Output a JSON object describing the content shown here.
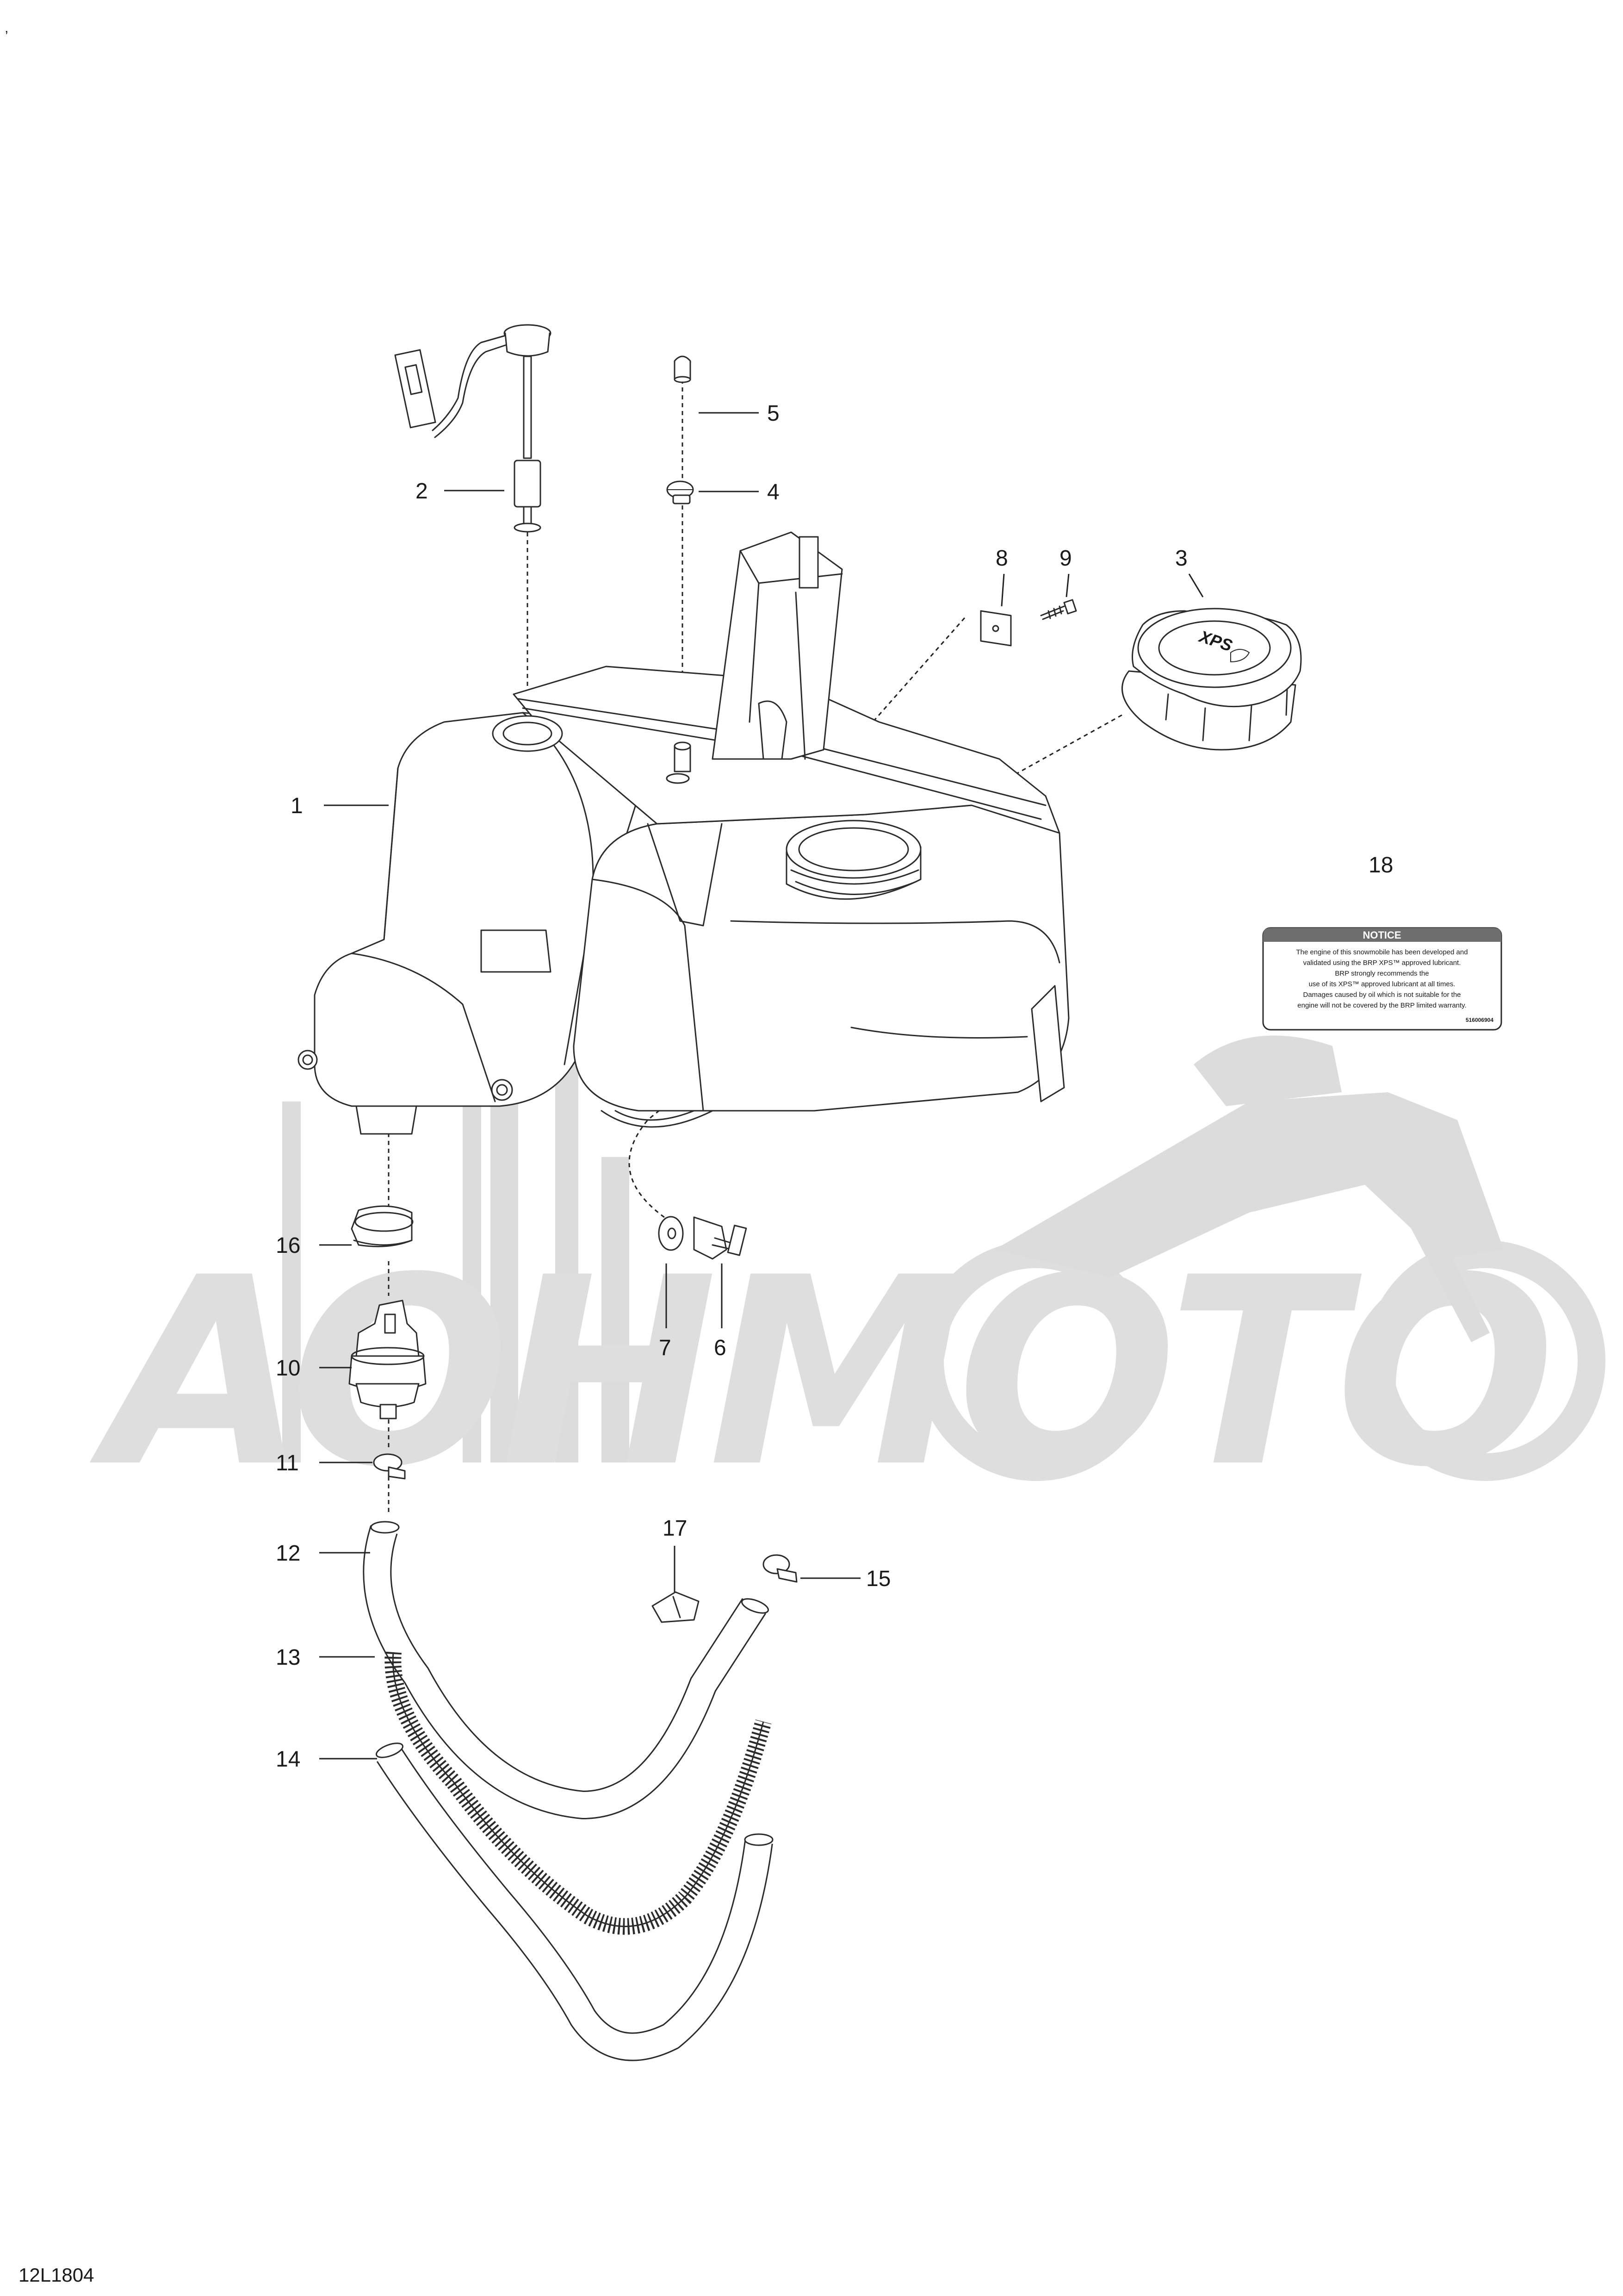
{
  "drawing_code": "12L1804",
  "corner_mark": ",",
  "watermark": {
    "text": "AOHMOTO",
    "icon": "motorcycle-silhouette"
  },
  "callouts": [
    "1",
    "2",
    "3",
    "4",
    "5",
    "6",
    "7",
    "8",
    "9",
    "10",
    "11",
    "12",
    "13",
    "14",
    "15",
    "16",
    "17",
    "18"
  ],
  "notice_label": {
    "heading": "NOTICE",
    "lines": [
      "The engine of this snowmobile has been developed and",
      "validated using the BRP  XPS™ approved lubricant.",
      "BRP strongly recommends the",
      "use of its  XPS™ approved lubricant at all times.",
      "Damages caused by oil which is not suitable for the",
      "engine will not be covered by the BRP limited warranty."
    ],
    "part_code": "516006904"
  },
  "cap_logo": "XPS",
  "colors": {
    "ink": "#2b2b2b",
    "watermark": "#dcdcdc",
    "label_header": "#6e6e6e"
  }
}
